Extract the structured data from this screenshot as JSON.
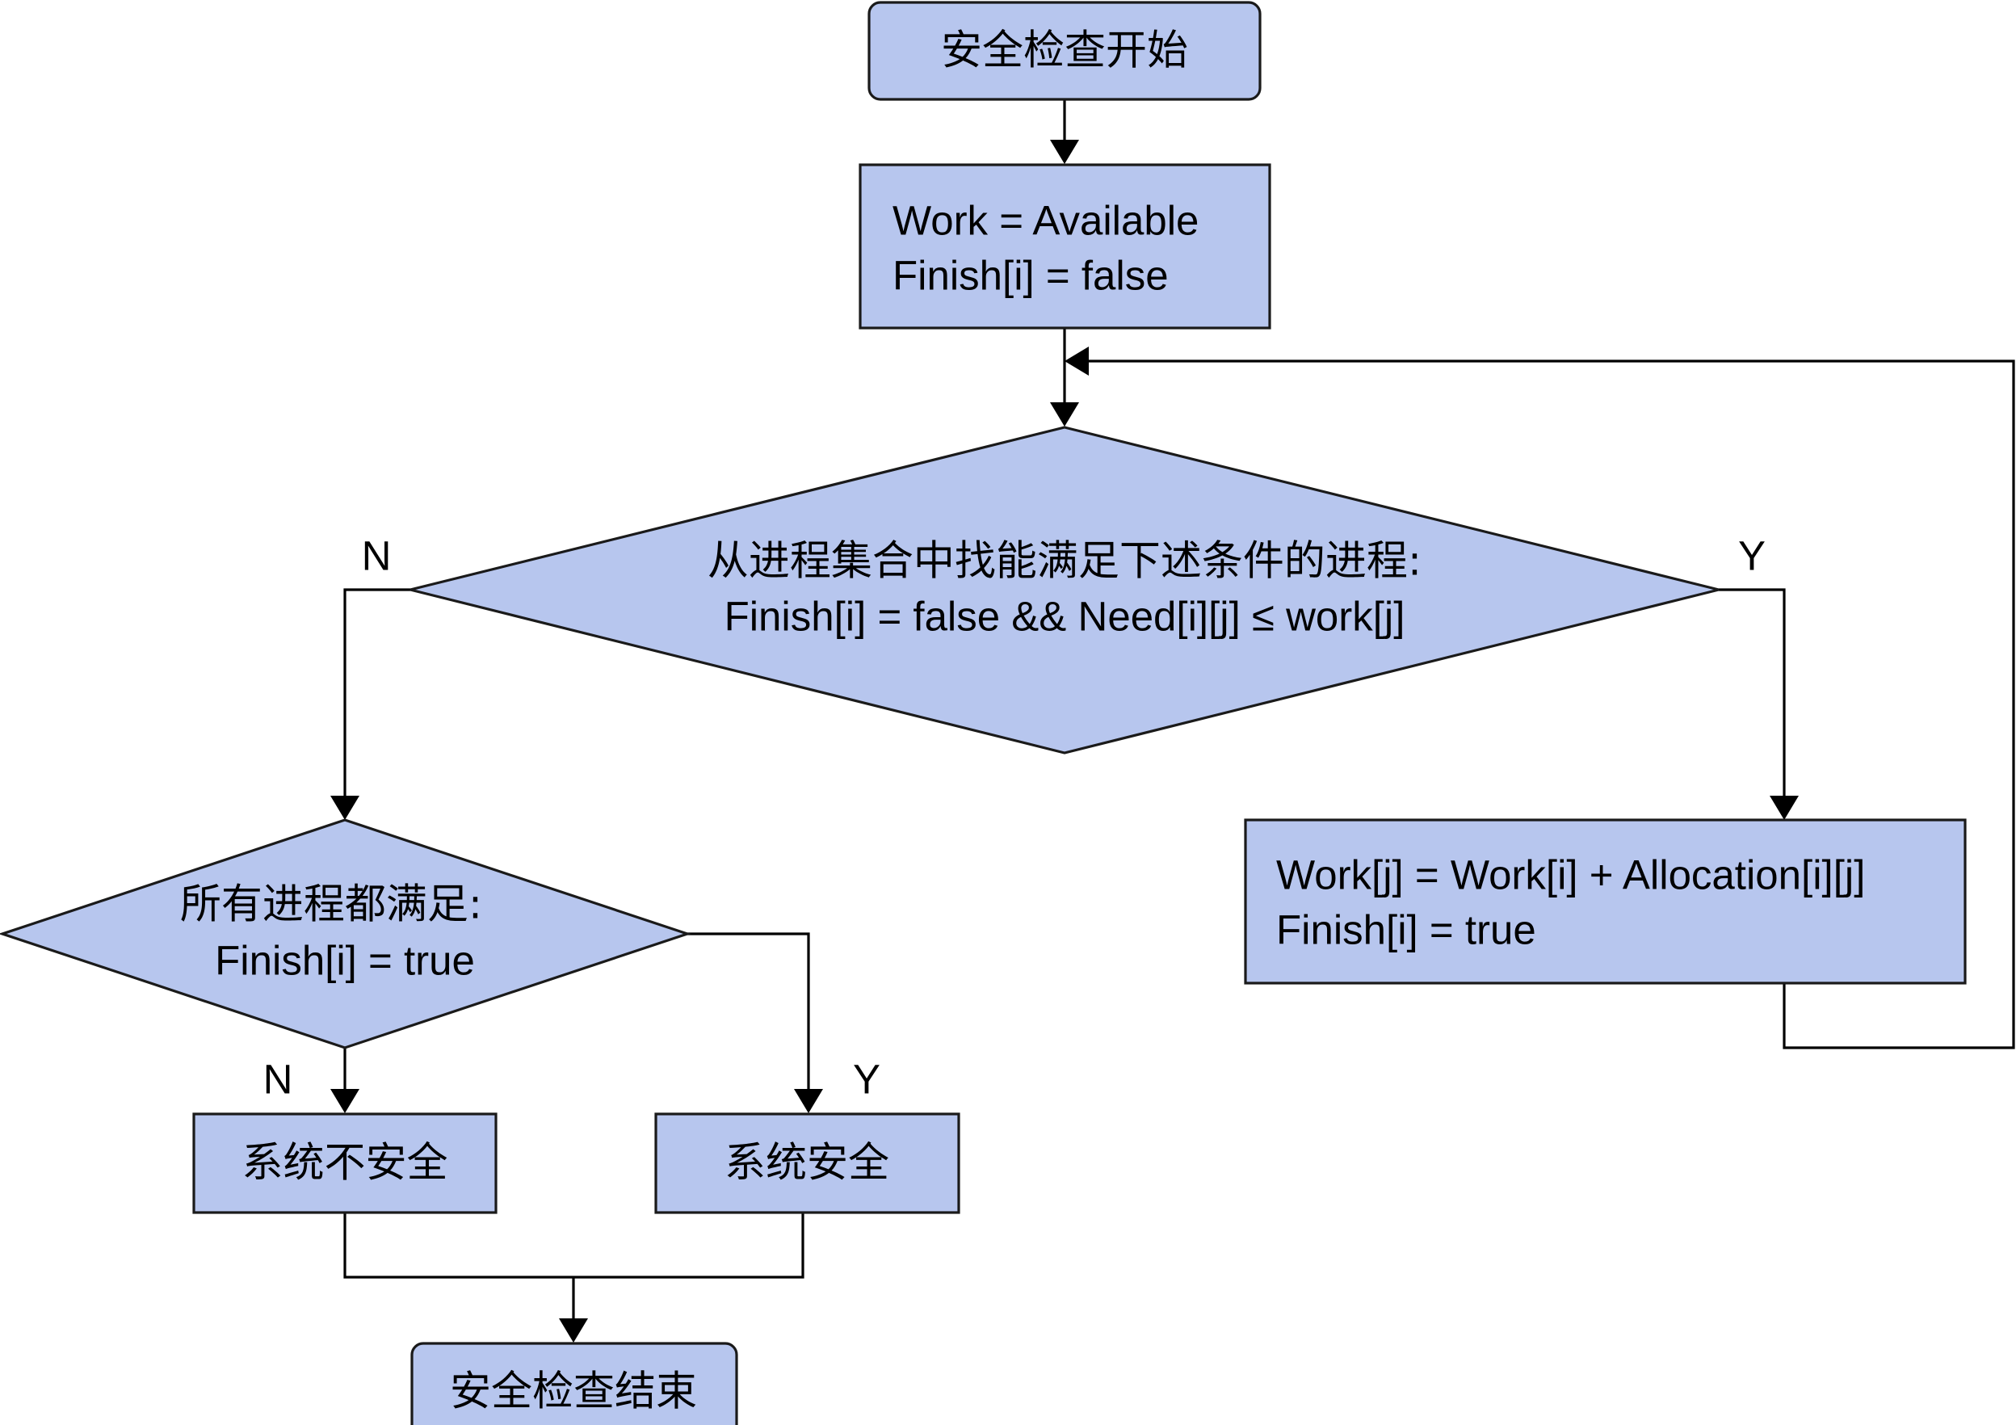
{
  "nodes": {
    "start": {
      "label": "安全检查开始"
    },
    "init": {
      "lines": [
        "Work = Available",
        "Finish[i] = false"
      ]
    },
    "find": {
      "lines": [
        "从进程集合中找能满足下述条件的进程:",
        "Finish[i] = false && Need[i][j] ≤ work[j]"
      ]
    },
    "update": {
      "lines": [
        "Work[j] = Work[i] + Allocation[i][j]",
        "Finish[i] = true"
      ]
    },
    "all_done": {
      "lines": [
        "所有进程都满足:",
        "Finish[i] = true"
      ]
    },
    "unsafe": {
      "label": "系统不安全"
    },
    "safe": {
      "label": "系统安全"
    },
    "end": {
      "label": "安全检查结束"
    }
  },
  "branch_labels": {
    "find_no": "N",
    "find_yes": "Y",
    "all_done_no": "N",
    "all_done_yes": "Y"
  },
  "colors": {
    "node_fill": "#b7c6ee",
    "node_stroke": "#1a1a1a",
    "edge": "#000000"
  }
}
